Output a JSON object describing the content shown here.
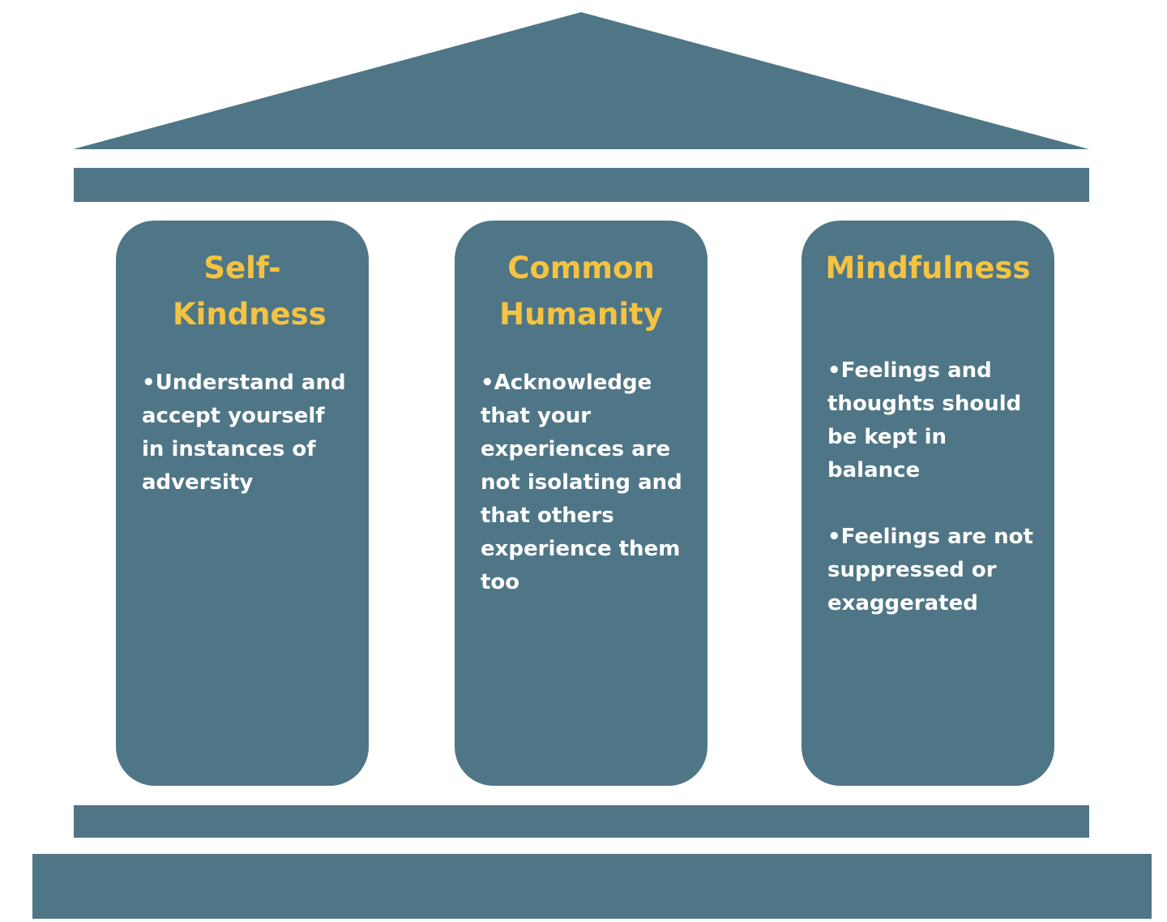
{
  "diagram": {
    "color": "#4f7686",
    "title_color": "#f5c342",
    "pillars": [
      {
        "title": "Self-\nKindness",
        "bullets": [
          "Understand and accept yourself in instances of adversity"
        ]
      },
      {
        "title": "Common\nHumanity",
        "bullets": [
          "Acknowledge that your experiences are not isolating and that others experience them too"
        ]
      },
      {
        "title": "Mindfulness",
        "bullets": [
          "Feelings and thoughts should be kept in balance",
          "Feelings are not suppressed or exaggerated"
        ]
      }
    ]
  }
}
